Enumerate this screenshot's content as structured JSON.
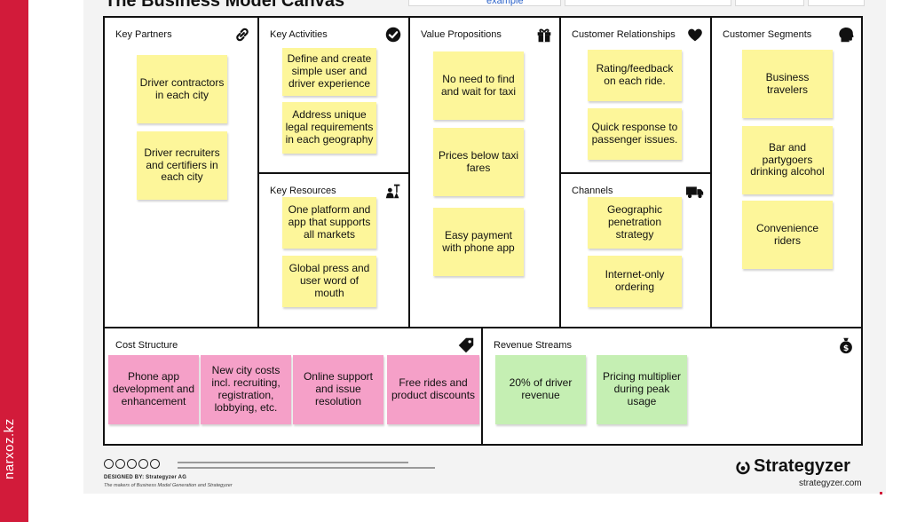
{
  "sidebar": {
    "site": "narxoz.kz"
  },
  "header": {
    "title": "The Business Model Canvas",
    "tag": "example"
  },
  "canvas": {
    "key_partners": {
      "label": "Key Partners",
      "icon": "link-icon",
      "notes": [
        "Driver contractors in each city",
        "Driver recruiters and certifiers in each city"
      ]
    },
    "key_activities": {
      "label": "Key Activities",
      "icon": "check-circle-icon",
      "notes": [
        "Define and create simple user and driver experience",
        "Address unique legal requirements in each geography"
      ]
    },
    "key_resources": {
      "label": "Key Resources",
      "icon": "worker-icon",
      "notes": [
        "One platform and app that supports all markets",
        "Global press and user word of mouth"
      ]
    },
    "value_propositions": {
      "label": "Value Propositions",
      "icon": "gift-icon",
      "notes": [
        "No need to find and wait for taxi",
        "Prices below taxi fares",
        "Easy payment with phone app"
      ]
    },
    "customer_relationships": {
      "label": "Customer Relationships",
      "icon": "heart-icon",
      "notes": [
        "Rating/feedback on each ride.",
        "Quick response to passenger issues."
      ]
    },
    "channels": {
      "label": "Channels",
      "icon": "truck-icon",
      "notes": [
        "Geographic penetration strategy",
        "Internet-only ordering"
      ]
    },
    "customer_segments": {
      "label": "Customer Segments",
      "icon": "head-icon",
      "notes": [
        "Business travelers",
        "Bar and partygoers drinking alcohol",
        "Convenience riders"
      ]
    },
    "cost_structure": {
      "label": "Cost Structure",
      "icon": "price-tag-icon",
      "notes": [
        "Phone app development and enhancement",
        "New city costs incl. recruiting, registration, lobbying, etc.",
        "Online support and issue resolution",
        "Free rides and product discounts"
      ]
    },
    "revenue_streams": {
      "label": "Revenue Streams",
      "icon": "money-bag-icon",
      "notes": [
        "20% of driver revenue",
        "Pricing multiplier during peak usage"
      ]
    }
  },
  "footer": {
    "designed_by": "DESIGNED BY: Strategyzer AG",
    "makers": "The makers of Business Model Generation and Strategyzer",
    "brand": "Strategyzer",
    "brand_url": "strategyzer.com"
  },
  "colors": {
    "sidebar_red": "#d21b3a",
    "note_yellow": "#fdf69a",
    "note_pink": "#f5a0c8",
    "note_green": "#c5efb3"
  }
}
